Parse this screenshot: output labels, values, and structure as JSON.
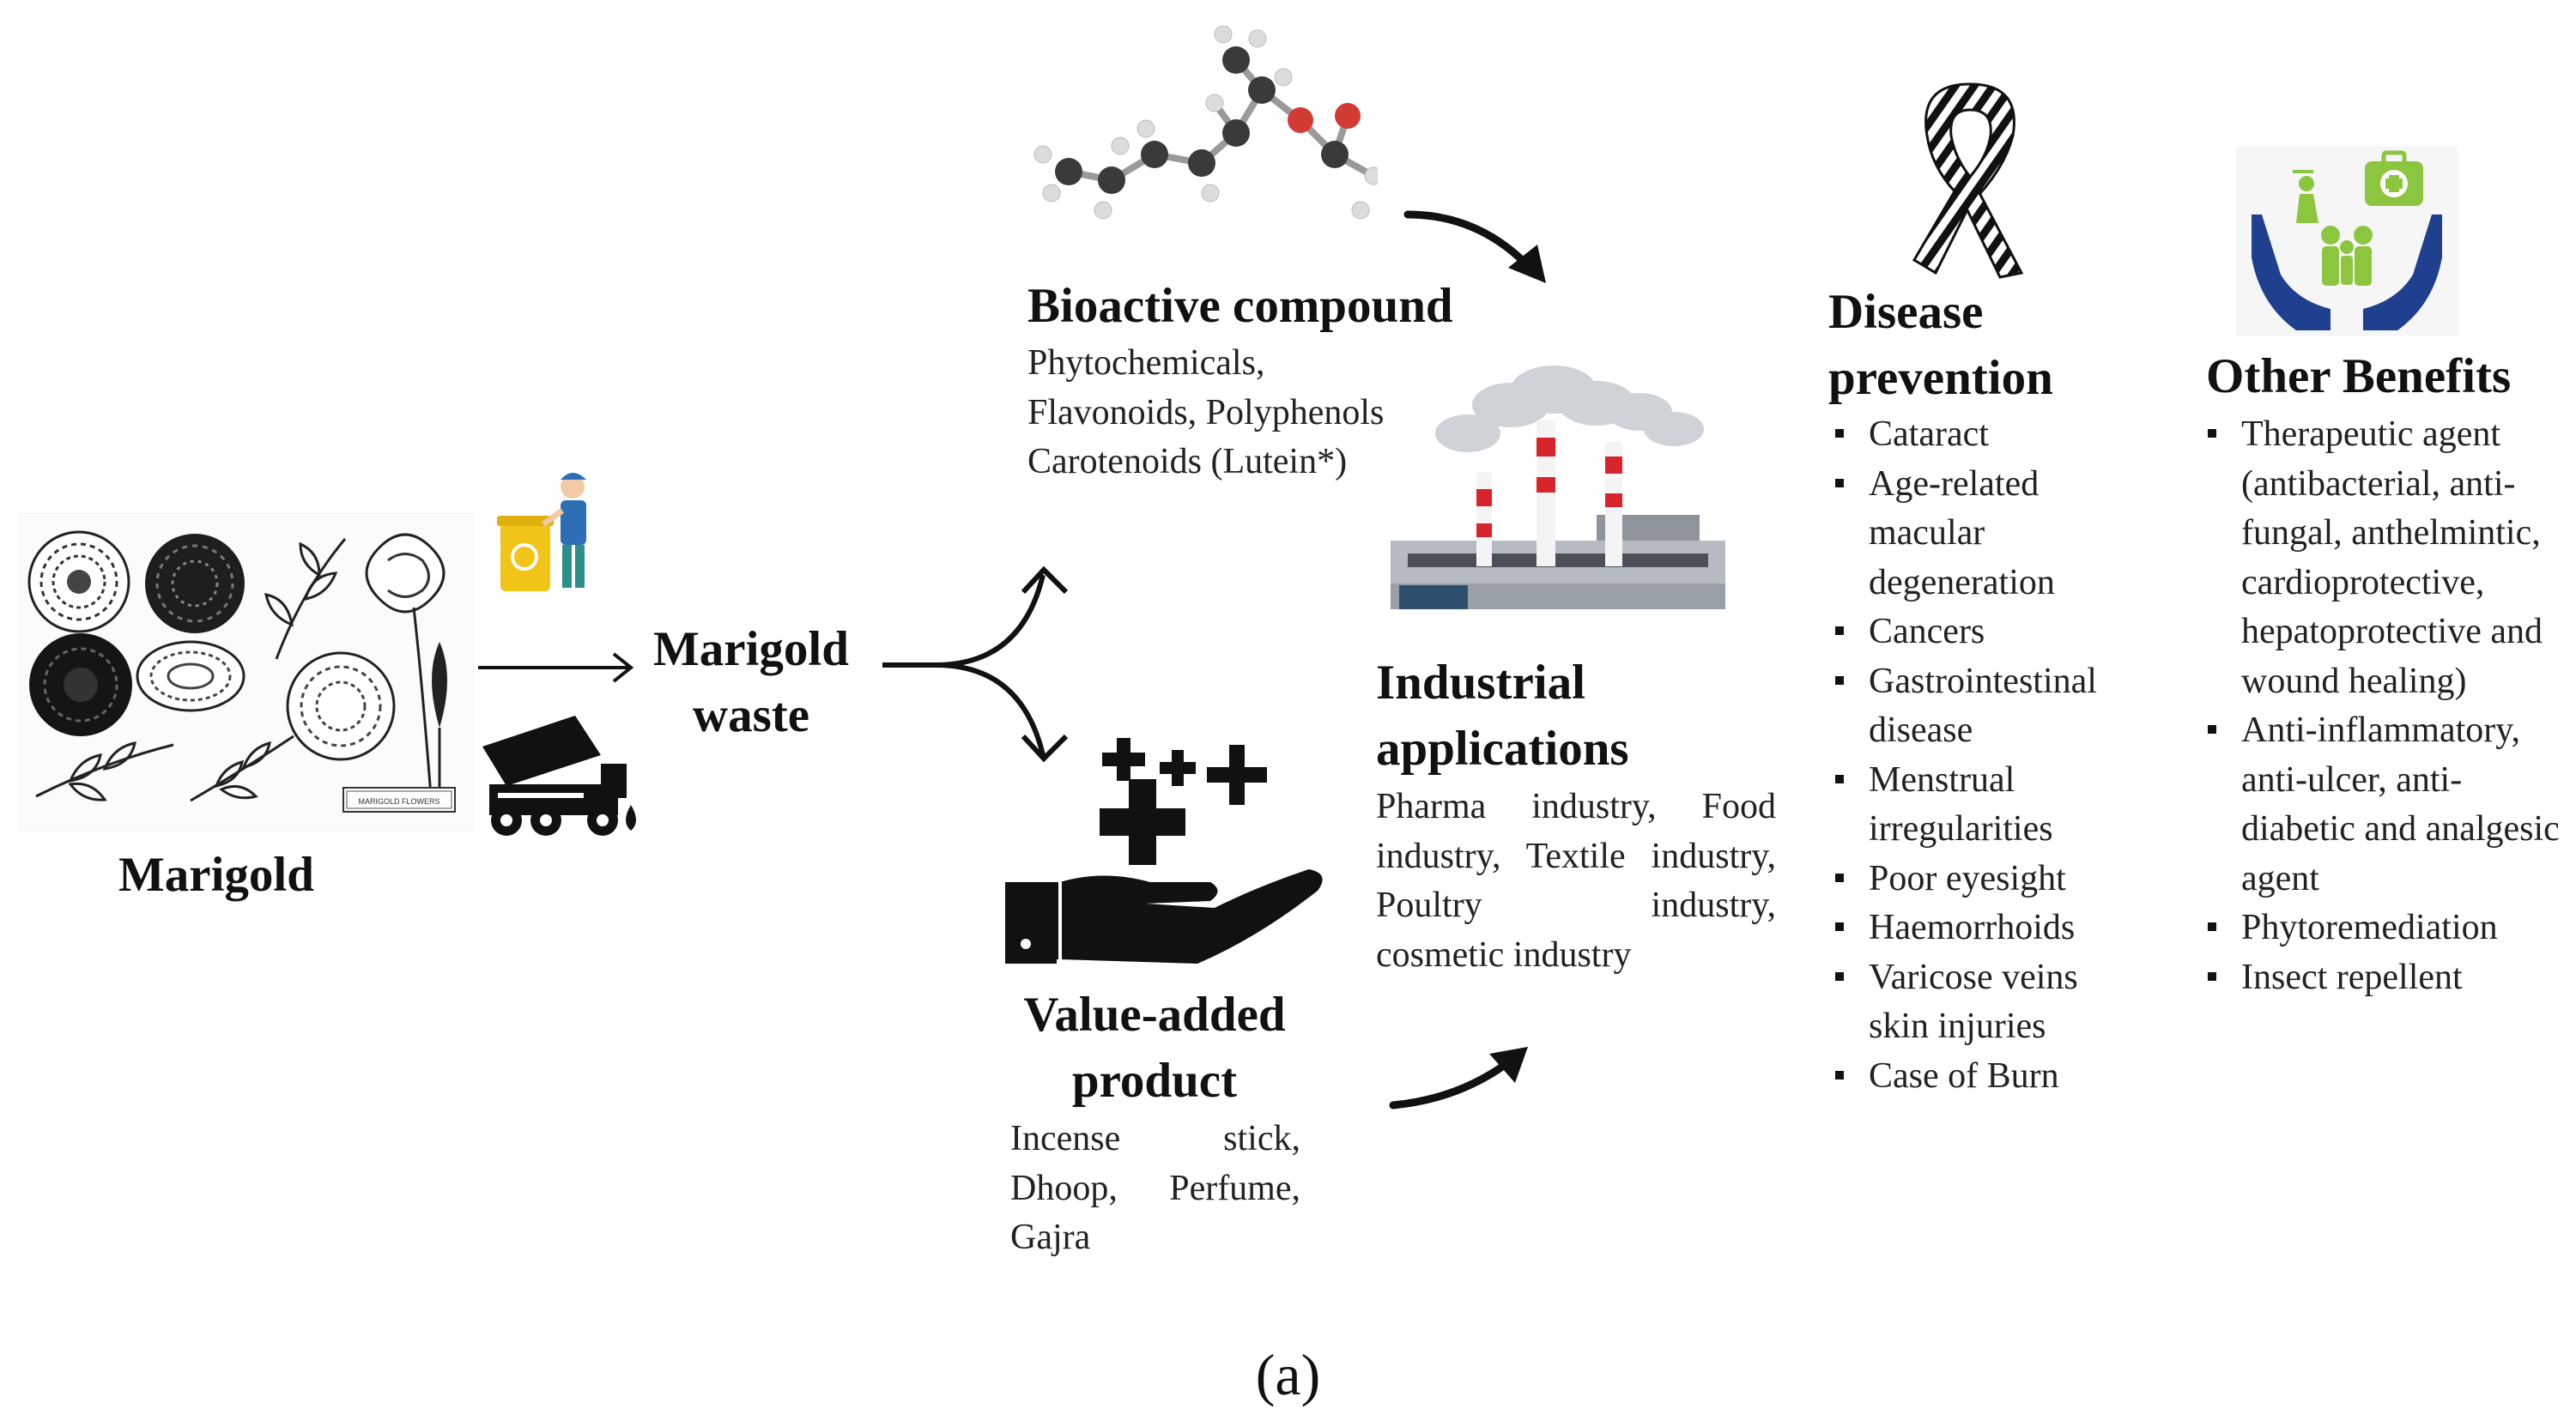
{
  "marigold": {
    "title": "Marigold",
    "card_label": "MARIGOLD FLOWERS"
  },
  "waste": {
    "line1": "Marigold",
    "line2": "waste"
  },
  "bioactive": {
    "title": "Bioactive compound",
    "lines": [
      "Phytochemicals,",
      "Flavonoids, Polyphenols",
      "Carotenoids (Lutein*)"
    ]
  },
  "industrial": {
    "title_line1": "Industrial",
    "title_line2": "applications",
    "lines": [
      "Pharma industry, Food",
      "industry, Textile industry,",
      "Poultry industry,",
      "cosmetic industry"
    ]
  },
  "value_added": {
    "title_line1": "Value-added",
    "title_line2": "product",
    "lines": [
      "Incense stick,",
      "Dhoop, Perfume,",
      "Gajra"
    ]
  },
  "disease": {
    "title_line1": "Disease",
    "title_line2": "prevention",
    "items": [
      "Cataract",
      "Age-related macular degeneration",
      "Cancers",
      "Gastrointestinal disease",
      "Menstrual irregularities",
      "Poor eyesight",
      "Haemorrhoids",
      "Varicose veins skin injuries",
      "Case of Burn"
    ]
  },
  "benefits": {
    "title": "Other Benefits",
    "items": [
      "Therapeutic agent (antibacterial, anti-fungal, anthelmintic, cardioprotective, hepatoprotective and wound healing)",
      "Anti-inflammatory, anti-ulcer, anti-diabetic and analgesic agent",
      "Phytoremediation",
      "Insect repellent"
    ]
  },
  "caption": "(a)",
  "colors": {
    "factory_red": "#d8242b",
    "health_green": "#8cc63f",
    "hands_blue": "#1f3f8f",
    "trash_yellow": "#f2c417"
  }
}
